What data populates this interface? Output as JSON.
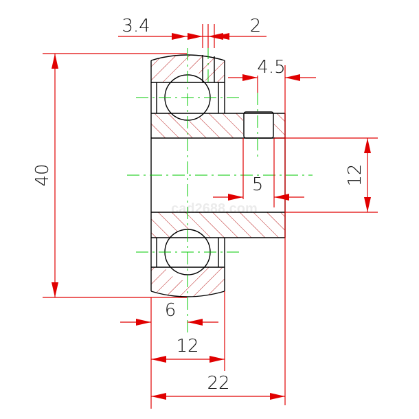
{
  "drawing": {
    "title": "Flanged bearing with set screw - section view",
    "watermark": "cad2688.com",
    "colors": {
      "outline": "#000000",
      "dimension": "#e00000",
      "centerline": "#00c800",
      "hatch": "#b00000"
    },
    "dimensions": {
      "outer_diameter": "40",
      "bore": "12",
      "width_total": "22",
      "ring_width": "12",
      "ball_offset": "6",
      "groove_left": "3.4",
      "groove_right": "2",
      "screw_offset": "4.5",
      "screw_diameter": "5"
    }
  }
}
